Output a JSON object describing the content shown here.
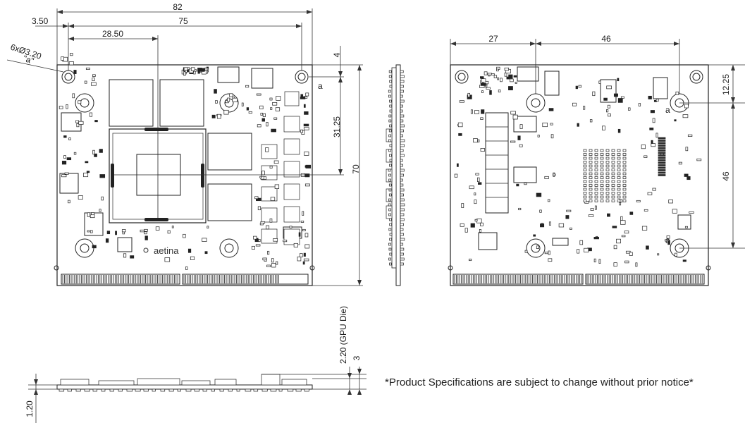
{
  "top_view": {
    "dim_overall_width": "82",
    "dim_hole_pitch_x": "75",
    "dim_hole_offset_x": "3.50",
    "dim_gpu_center_x": "28.50",
    "dim_hole_label": "6xØ3.20",
    "dim_hole_ref": "\"a\"",
    "hole_ref_mark": "a",
    "dim_hole_offset_y": "4",
    "dim_gpu_center_y": "31.25",
    "dim_overall_height": "70",
    "logo_text": "aetina"
  },
  "bottom_view": {
    "dim_left_hole_x": "27",
    "dim_right_hole_x": "46",
    "dim_top_hole_y": "12.25",
    "dim_hole_spacing_y": "46"
  },
  "side_view": {
    "dim_gpu_die": "2.20 (GPU Die)",
    "dim_component_height": "3",
    "dim_board_thickness": "1.20"
  },
  "notice": "*Product Specifications are subject to change without prior notice*"
}
